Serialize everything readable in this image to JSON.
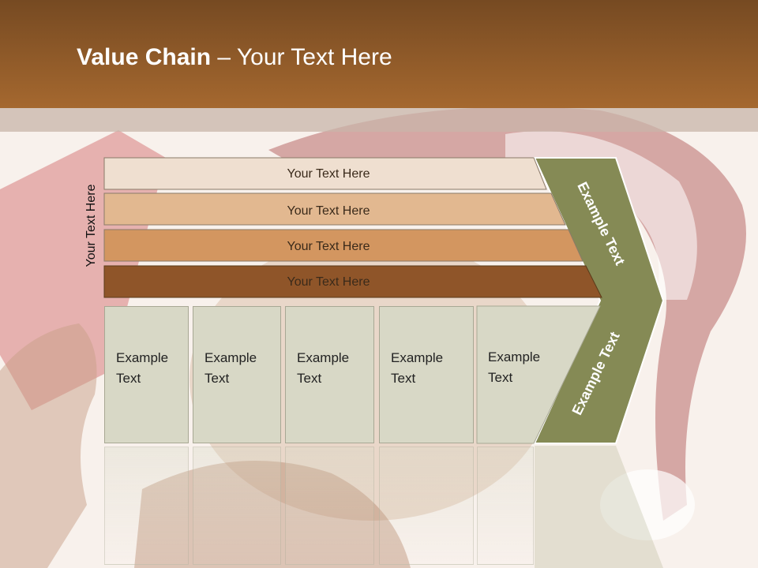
{
  "title": {
    "bold": "Value Chain",
    "rest": " – Your Text Here"
  },
  "side_label": "Your Text Here",
  "bars": [
    {
      "label": "Your Text Here",
      "color": "#efdfd0"
    },
    {
      "label": "Your Text Here",
      "color": "#e2b890"
    },
    {
      "label": "Your Text Here",
      "color": "#d39660"
    },
    {
      "label": "Your Text Here",
      "color": "#8f5529"
    }
  ],
  "arrow": {
    "top_label": "Example Text",
    "bottom_label": "Example Text",
    "color": "#858a55"
  },
  "boxes": [
    {
      "line1": "Example",
      "line2": "Text"
    },
    {
      "line1": "Example",
      "line2": "Text"
    },
    {
      "line1": "Example",
      "line2": "Text"
    },
    {
      "line1": "Example",
      "line2": "Text"
    },
    {
      "line1": "Example",
      "line2": "Text"
    }
  ],
  "colors": {
    "header_top": "#764a22",
    "header_bottom": "#a5682f",
    "box_fill": "#d8d8c6"
  }
}
